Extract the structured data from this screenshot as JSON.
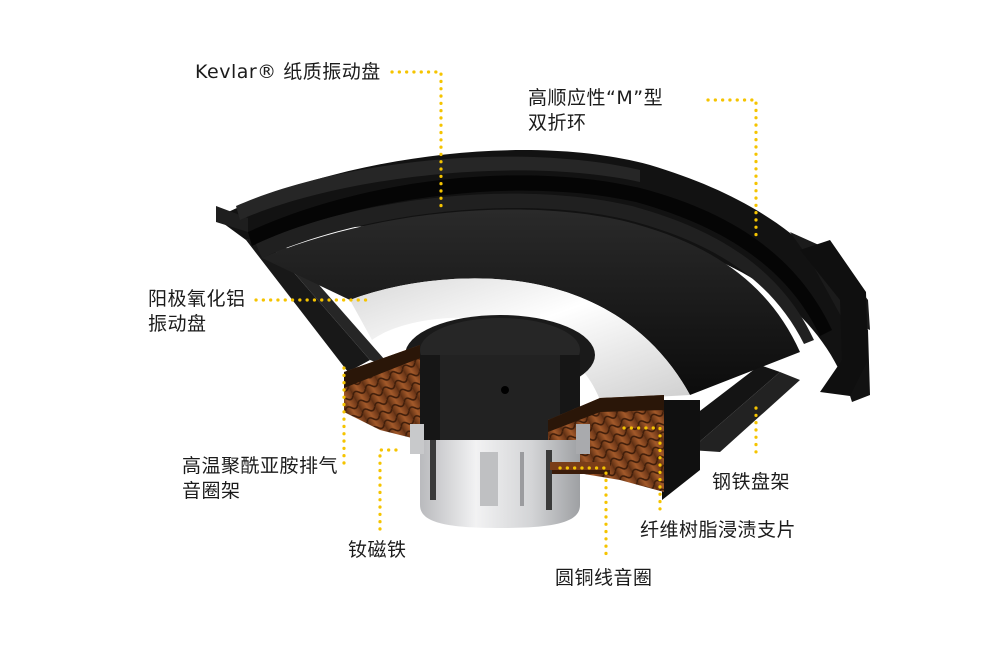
{
  "labels": {
    "kevlar_cone": "Kevlar® 纸质振动盘",
    "m_surround_line1": "高顺应性“M”型",
    "m_surround_line2": "双折环",
    "anodized_dome_line1": "阳极氧化铝",
    "anodized_dome_line2": "振动盘",
    "voice_coil_former_line1": "高温聚酰亚胺排气",
    "voice_coil_former_line2": "音圈架",
    "magnet": "钕磁铁",
    "voice_coil": "圆铜线音圈",
    "spider": "纤维树脂浸渍支片",
    "steel_basket": "钢铁盘架"
  },
  "colors": {
    "leader": "#f5c400",
    "label_text": "#1b1b1b",
    "basket": "#141414",
    "dome": "#eeeeee",
    "spider": "#8a4a22",
    "magnet": "#d9dadc"
  }
}
